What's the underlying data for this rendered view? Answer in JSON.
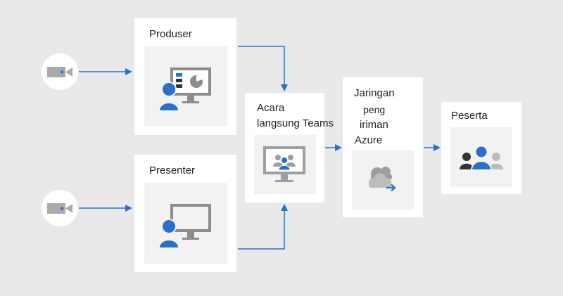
{
  "nodes": {
    "producer": {
      "label": "Produser"
    },
    "presenter": {
      "label": "Presenter"
    },
    "live_event": {
      "label": "Acara\nlangsung Teams"
    },
    "azure": {
      "label_line1": "Jaringan",
      "label_line2": "peng",
      "label_line3": "iriman",
      "label_line4": "Azure"
    },
    "attendees": {
      "label": "Peserta"
    }
  },
  "icons": {
    "camera_top": "video-camera-icon",
    "camera_bottom": "video-camera-icon",
    "producer": "presenter-with-dashboard-icon",
    "presenter": "presenter-with-monitor-icon",
    "live_event": "monitor-with-audience-icon",
    "azure": "cloud-with-arrow-icon",
    "attendees": "group-of-people-icon"
  },
  "colors": {
    "background": "#e9e9e9",
    "card": "#ffffff",
    "inner": "#f2f2f2",
    "accent_blue": "#2b70c6",
    "gray_icon": "#9e9e9e",
    "dark_icon": "#333333"
  }
}
